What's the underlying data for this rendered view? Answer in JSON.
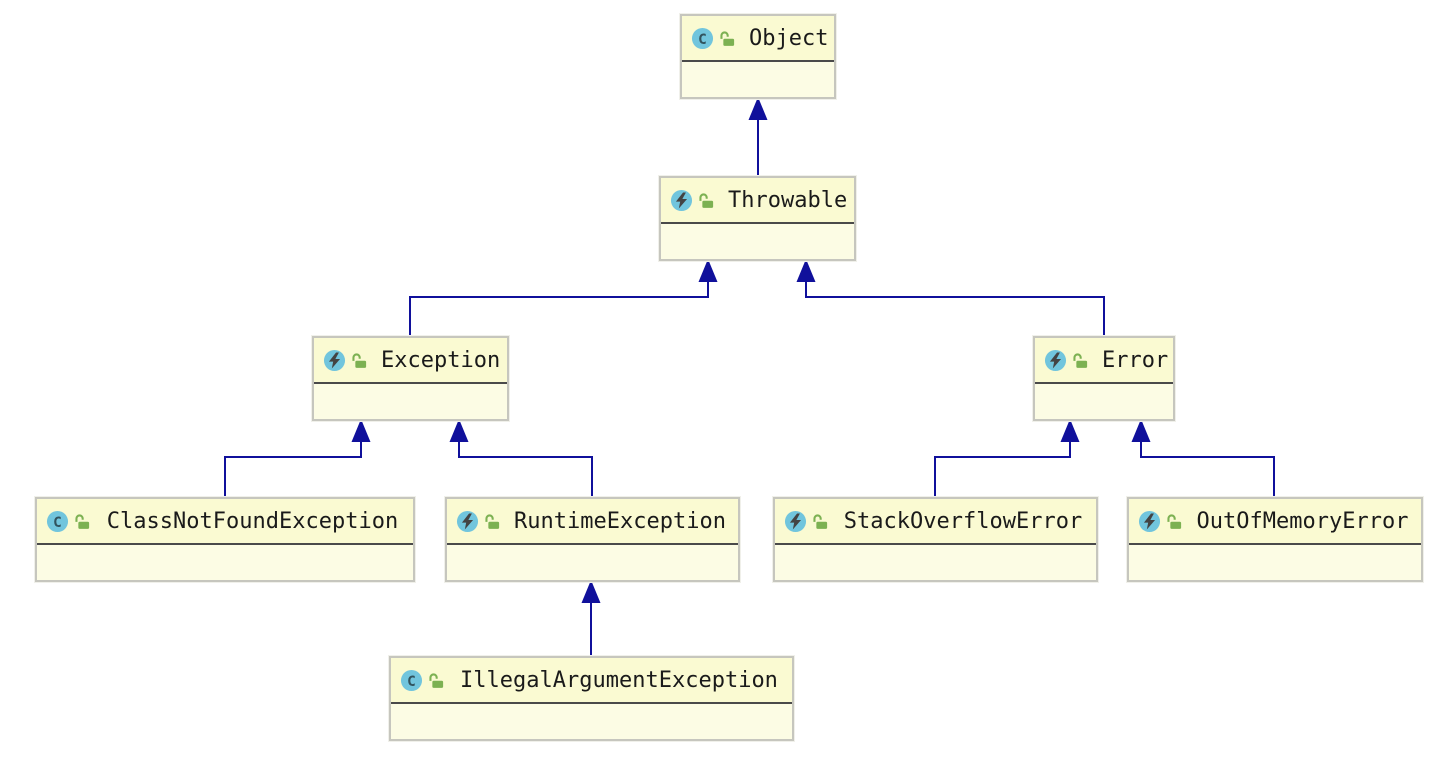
{
  "diagram": {
    "kind": "uml-class-diagram",
    "classes": [
      {
        "id": "object",
        "name": "Object",
        "kind_icon": "class-icon",
        "visibility_icon": "unlocked-icon"
      },
      {
        "id": "throwable",
        "name": "Throwable",
        "kind_icon": "exception-icon",
        "visibility_icon": "unlocked-icon"
      },
      {
        "id": "exception",
        "name": "Exception",
        "kind_icon": "exception-icon",
        "visibility_icon": "unlocked-icon"
      },
      {
        "id": "error",
        "name": "Error",
        "kind_icon": "exception-icon",
        "visibility_icon": "unlocked-icon"
      },
      {
        "id": "cnfe",
        "name": "ClassNotFoundException",
        "kind_icon": "class-icon",
        "visibility_icon": "unlocked-icon"
      },
      {
        "id": "runtime",
        "name": "RuntimeException",
        "kind_icon": "exception-icon",
        "visibility_icon": "unlocked-icon"
      },
      {
        "id": "soe",
        "name": "StackOverflowError",
        "kind_icon": "exception-icon",
        "visibility_icon": "unlocked-icon"
      },
      {
        "id": "oome",
        "name": "OutOfMemoryError",
        "kind_icon": "exception-icon",
        "visibility_icon": "unlocked-icon"
      },
      {
        "id": "iae",
        "name": "IllegalArgumentException",
        "kind_icon": "class-icon",
        "visibility_icon": "unlocked-icon"
      }
    ],
    "relationships": [
      {
        "child": "Throwable",
        "parent": "Object",
        "type": "generalization"
      },
      {
        "child": "Exception",
        "parent": "Throwable",
        "type": "generalization"
      },
      {
        "child": "Error",
        "parent": "Throwable",
        "type": "generalization"
      },
      {
        "child": "ClassNotFoundException",
        "parent": "Exception",
        "type": "generalization"
      },
      {
        "child": "RuntimeException",
        "parent": "Exception",
        "type": "generalization"
      },
      {
        "child": "StackOverflowError",
        "parent": "Error",
        "type": "generalization"
      },
      {
        "child": "OutOfMemoryError",
        "parent": "Error",
        "type": "generalization"
      },
      {
        "child": "IllegalArgumentException",
        "parent": "RuntimeException",
        "type": "generalization"
      }
    ],
    "colors": {
      "node_header_fill": "#fafad2",
      "node_body_fill": "#fcfce4",
      "node_border": "#c6c6be",
      "header_divider": "#4a4a4a",
      "edge": "#10109b",
      "icon_circle": "#71c5dd",
      "icon_glyph": "#31535e",
      "bolt_glyph": "#434343",
      "lock_green": "#7cb152",
      "label_text": "#1a1a1a"
    }
  }
}
